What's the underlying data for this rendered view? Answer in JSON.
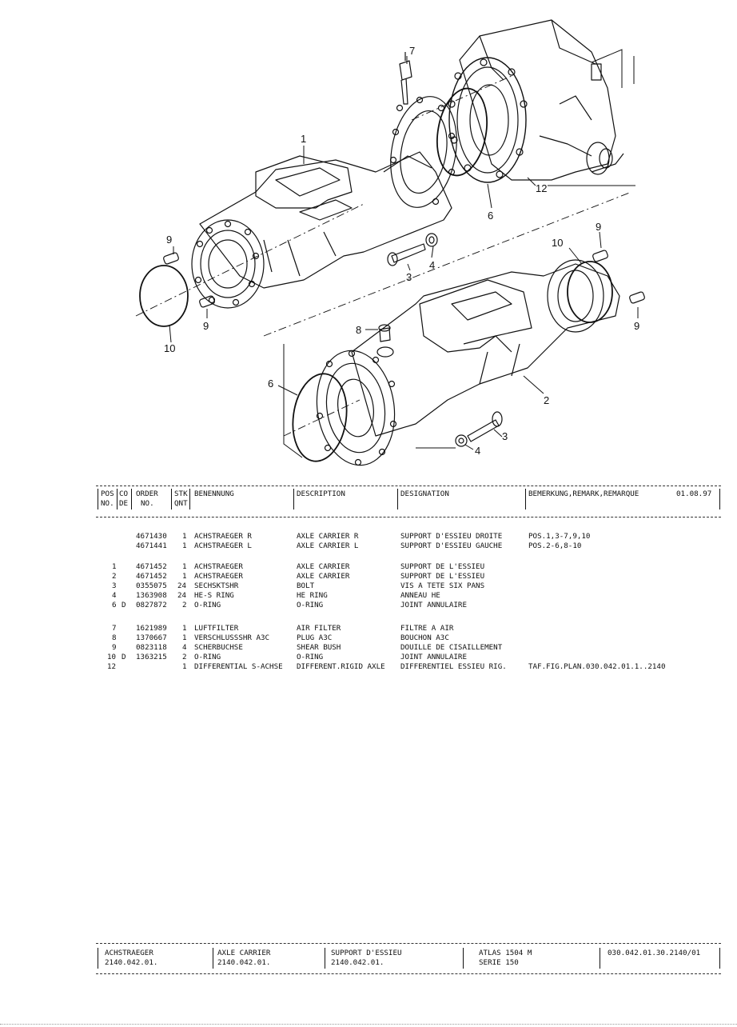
{
  "callouts": [
    "7",
    "1",
    "12",
    "6",
    "9",
    "10",
    "9",
    "4",
    "3",
    "9",
    "10",
    "9",
    "8",
    "6",
    "2",
    "3",
    "4"
  ],
  "header": {
    "pos": "POS",
    "no": "NO.",
    "co": "CO",
    "de": "DE",
    "order": "ORDER",
    "order_no": "NO.",
    "stk": "STK",
    "qnt": "QNT",
    "benennung": "BENENNUNG",
    "description": "DESCRIPTION",
    "designation": "DESIGNATION",
    "remark": "BEMERKUNG,REMARK,REMARQUE",
    "date": "01.08.97"
  },
  "rows": [
    {
      "pos": "",
      "co": "",
      "order": "4671430",
      "qty": "1",
      "de": "ACHSTRAEGER R",
      "en": "AXLE CARRIER R",
      "fr": "SUPPORT D'ESSIEU DROITE",
      "remark": "POS.1,3-7,9,10"
    },
    {
      "pos": "",
      "co": "",
      "order": "4671441",
      "qty": "1",
      "de": "ACHSTRAEGER L",
      "en": "AXLE CARRIER L",
      "fr": "SUPPORT D'ESSIEU GAUCHE",
      "remark": "POS.2-6,8-10"
    },
    {
      "pos": "1",
      "co": "",
      "order": "4671452",
      "qty": "1",
      "de": "ACHSTRAEGER",
      "en": "AXLE CARRIER",
      "fr": "SUPPORT DE L'ESSIEU",
      "remark": ""
    },
    {
      "pos": "2",
      "co": "",
      "order": "4671452",
      "qty": "1",
      "de": "ACHSTRAEGER",
      "en": "AXLE CARRIER",
      "fr": "SUPPORT DE L'ESSIEU",
      "remark": ""
    },
    {
      "pos": "3",
      "co": "",
      "order": "0355075",
      "qty": "24",
      "de": "SECHSKTSHR",
      "en": "BOLT",
      "fr": "VIS A TETE SIX PANS",
      "remark": ""
    },
    {
      "pos": "4",
      "co": "",
      "order": "1363908",
      "qty": "24",
      "de": "HE-S RING",
      "en": "HE RING",
      "fr": "ANNEAU HE",
      "remark": ""
    },
    {
      "pos": "6",
      "co": "D",
      "order": "0827872",
      "qty": "2",
      "de": "O-RING",
      "en": "O-RING",
      "fr": "JOINT ANNULAIRE",
      "remark": ""
    },
    {
      "pos": "7",
      "co": "",
      "order": "1621989",
      "qty": "1",
      "de": "LUFTFILTER",
      "en": "AIR FILTER",
      "fr": "FILTRE A AIR",
      "remark": ""
    },
    {
      "pos": "8",
      "co": "",
      "order": "1370667",
      "qty": "1",
      "de": "VERSCHLUSSSHR A3C",
      "en": "PLUG A3C",
      "fr": "BOUCHON A3C",
      "remark": ""
    },
    {
      "pos": "9",
      "co": "",
      "order": "0823118",
      "qty": "4",
      "de": "SCHERBUCHSE",
      "en": "SHEAR BUSH",
      "fr": "DOUILLE DE CISAILLEMENT",
      "remark": ""
    },
    {
      "pos": "10",
      "co": "D",
      "order": "1363215",
      "qty": "2",
      "de": "O-RING",
      "en": "O-RING",
      "fr": "JOINT ANNULAIRE",
      "remark": ""
    },
    {
      "pos": "12",
      "co": "",
      "order": "",
      "qty": "1",
      "de": "DIFFERENTIAL S-ACHSE",
      "en": "DIFFERENT.RIGID AXLE",
      "fr": "DIFFERENTIEL ESSIEU RIG.",
      "remark": "TAF.FIG.PLAN.030.042.01.1..2140"
    }
  ],
  "footer": {
    "de_title": "ACHSTRAEGER",
    "de_code": "2140.042.01.",
    "en_title": "AXLE CARRIER",
    "en_code": "2140.042.01.",
    "fr_title": "SUPPORT D'ESSIEU",
    "fr_code": "2140.042.01.",
    "model": "ATLAS 1504 M",
    "serie": "SERIE 150",
    "ref": "030.042.01.30.2140/01"
  }
}
